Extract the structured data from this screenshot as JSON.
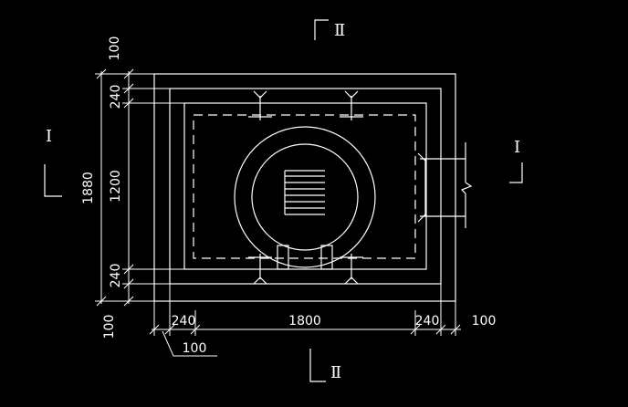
{
  "colors": {
    "background": "#000000",
    "line": "#ffffff"
  },
  "dimensions": {
    "left": {
      "top": "100",
      "upper": "240",
      "middle": "1200",
      "lower": "240",
      "bottom": "100",
      "overall": "1880"
    },
    "bottom": {
      "left": "240",
      "middle": "1800",
      "right": "240",
      "right_outer": "100",
      "leader": "100"
    }
  },
  "section_marks": {
    "top": "Ⅱ",
    "bottom": "Ⅱ",
    "left": "Ⅰ",
    "right": "Ⅰ"
  }
}
